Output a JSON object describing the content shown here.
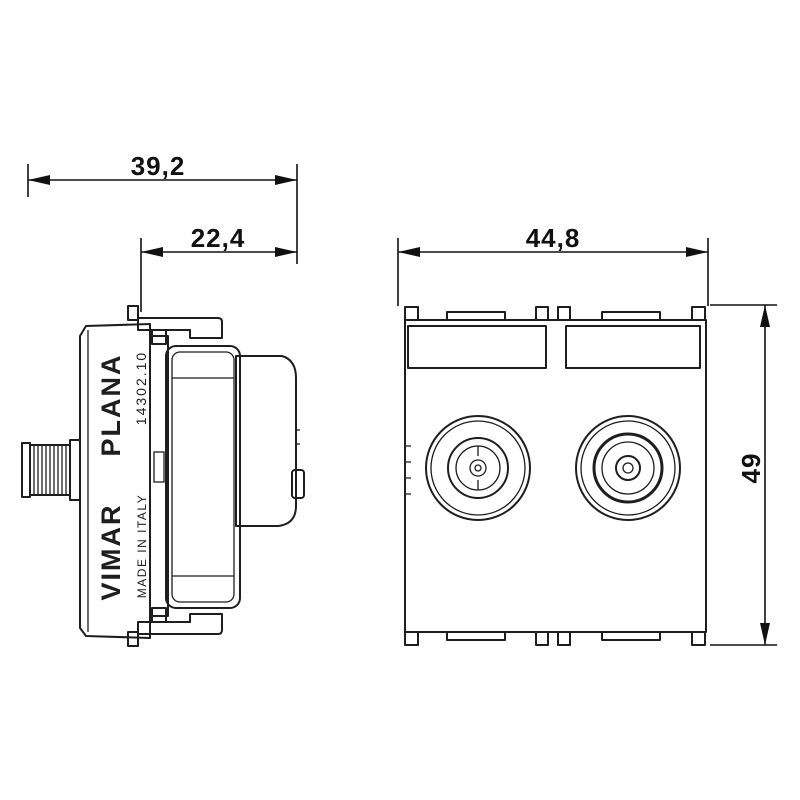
{
  "dimensions": {
    "side_overall": "39,2",
    "side_depth": "22,4",
    "front_width": "44,8",
    "front_height": "49"
  },
  "side_view": {
    "series": "PLANA",
    "code": "14302.10",
    "maker": "VIMAR",
    "origin": "MADE IN ITALY"
  }
}
